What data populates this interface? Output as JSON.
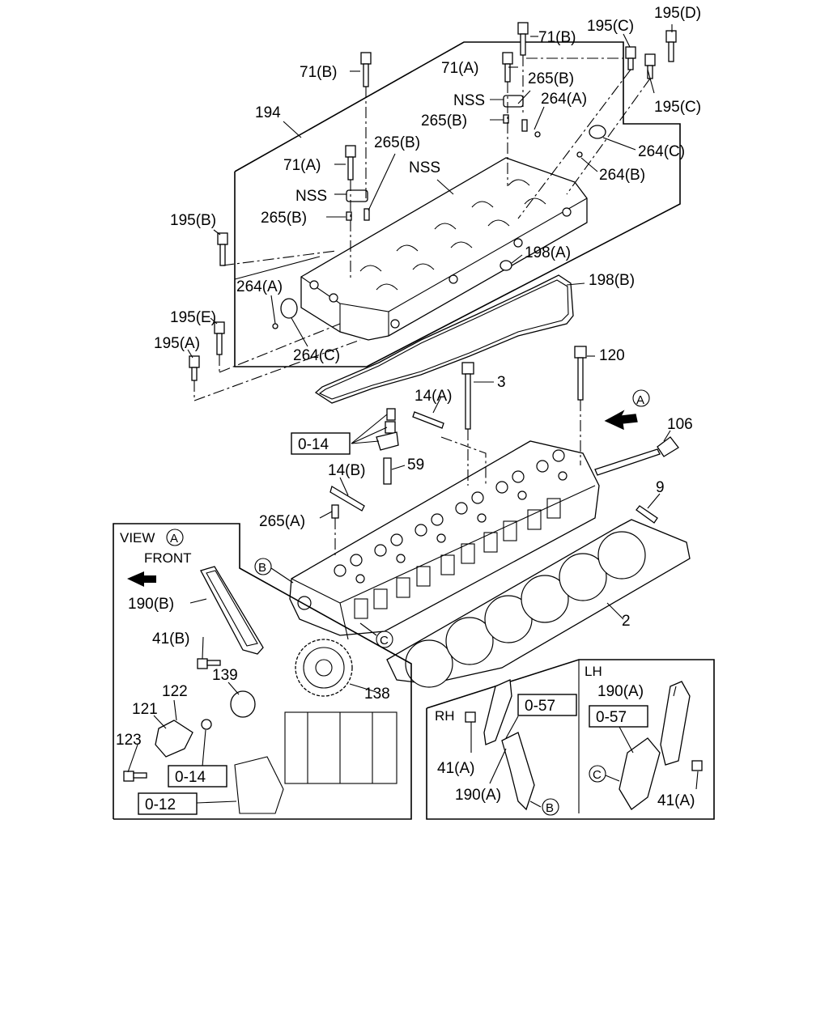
{
  "labels": {
    "l195D": "195(D)",
    "l195C_top": "195(C)",
    "l71B_top": "71(B)",
    "l71A_top": "71(A)",
    "l265B_top": "265(B)",
    "l71B_left": "71(B)",
    "lNSS_top": "NSS",
    "l264A_top": "264(A)",
    "l195C_right": "195(C)",
    "l194": "194",
    "l265B_mid": "265(B)",
    "l265B_b": "265(B)",
    "l264C_right": "264(C)",
    "l71A_left": "71(A)",
    "lNSS_mid": "NSS",
    "l264B": "264(B)",
    "lNSS_left": "NSS",
    "l265B_left": "265(B)",
    "l195B": "195(B)",
    "l198A": "198(A)",
    "l198B": "198(B)",
    "l264A_left": "264(A)",
    "l195E": "195(E)",
    "l195A": "195(A)",
    "l264C_bottom": "264(C)",
    "l120": "120",
    "l3": "3",
    "l14A": "14(A)",
    "lA_arrow": "A",
    "l106": "106",
    "l014_top": "0-14",
    "l59": "59",
    "l14B": "14(B)",
    "l9": "9",
    "l265A": "265(A)",
    "lView": "VIEW",
    "lViewA": "A",
    "lFront": "FRONT",
    "lB_head": "B",
    "l190B": "190(B)",
    "l41B": "41(B)",
    "lC_head": "C",
    "l2": "2",
    "l139": "139",
    "l122": "122",
    "l121": "121",
    "l138": "138",
    "l123": "123",
    "l014_bottom": "0-14",
    "l012": "0-12",
    "lLH": "LH",
    "l190A_lh": "190(A)",
    "lRH": "RH",
    "l057_rh": "0-57",
    "l057_lh": "0-57",
    "l41A_rh": "41(A)",
    "l190A_rh": "190(A)",
    "lB_rh": "B",
    "lC_lh": "C",
    "l41A_lh": "41(A)"
  }
}
